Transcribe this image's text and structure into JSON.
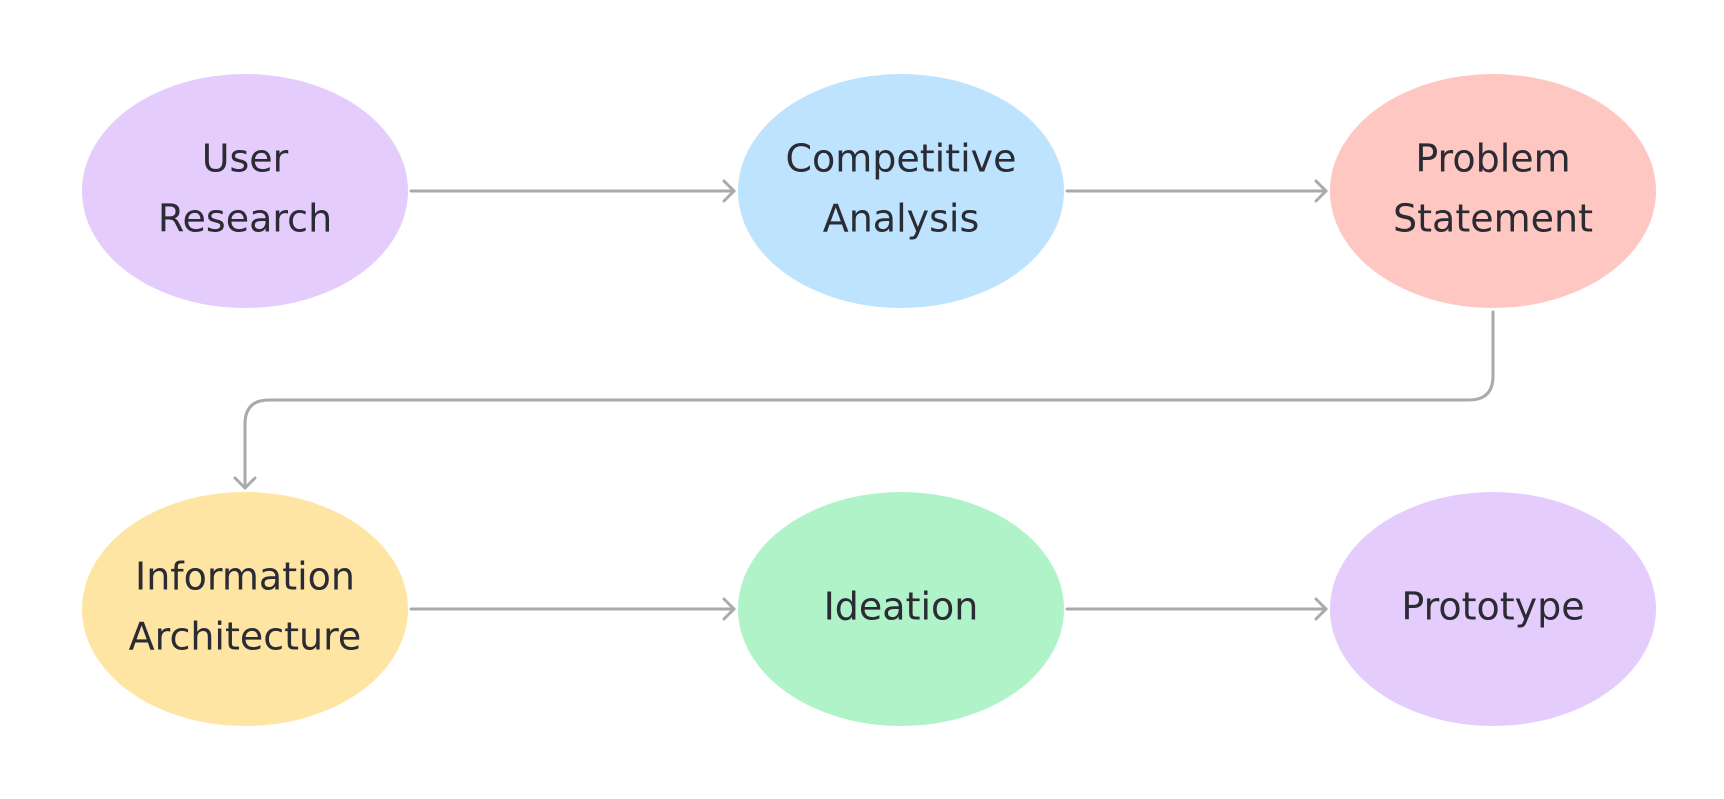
{
  "diagram": {
    "nodes": [
      {
        "id": "user-research",
        "lines": [
          "User",
          "Research"
        ],
        "color": "#E4CCFD"
      },
      {
        "id": "competitive-analysis",
        "lines": [
          "Competitive",
          "Analysis"
        ],
        "color": "#BEE3FE"
      },
      {
        "id": "problem-statement",
        "lines": [
          "Problem",
          "Statement"
        ],
        "color": "#FFC7C2"
      },
      {
        "id": "information-architecture",
        "lines": [
          "Information",
          "Architecture"
        ],
        "color": "#FFE5A3"
      },
      {
        "id": "ideation",
        "lines": [
          "Ideation"
        ],
        "color": "#B0F3C9"
      },
      {
        "id": "prototype",
        "lines": [
          "Prototype"
        ],
        "color": "#E4CCFD"
      }
    ],
    "edges": [
      {
        "from": "user-research",
        "to": "competitive-analysis"
      },
      {
        "from": "competitive-analysis",
        "to": "problem-statement"
      },
      {
        "from": "problem-statement",
        "to": "information-architecture"
      },
      {
        "from": "information-architecture",
        "to": "ideation"
      },
      {
        "from": "ideation",
        "to": "prototype"
      }
    ],
    "connector_color": "#AAAAAA",
    "text_color": "#2B2B33"
  }
}
